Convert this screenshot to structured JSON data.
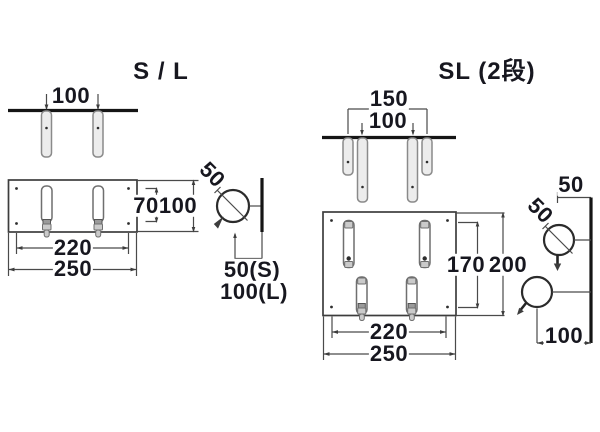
{
  "diagrams": {
    "left": {
      "title": "S / L",
      "dims": {
        "hook_pitch": "100",
        "slot_height": "70",
        "plate_height": "100",
        "hole_pitch": "220",
        "plate_width": "250",
        "pipe_dia": "50",
        "wall_offset_s": "50(S)",
        "wall_offset_l": "100(L)"
      }
    },
    "right": {
      "title": "SL (2段)",
      "dims": {
        "outer_hook_pitch": "150",
        "inner_hook_pitch": "100",
        "slot_span": "170",
        "plate_height": "200",
        "hole_pitch": "220",
        "plate_width": "250",
        "upper_wall_offset": "50",
        "pipe_dia": "50",
        "lower_wall_offset": "100"
      }
    }
  }
}
